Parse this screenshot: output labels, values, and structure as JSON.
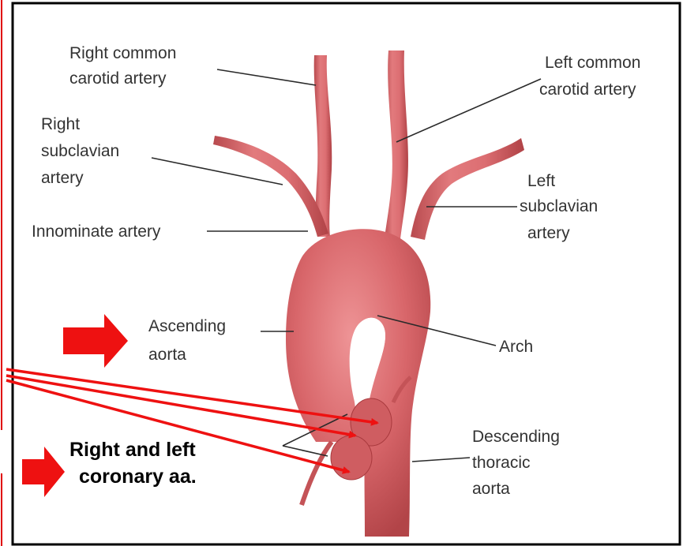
{
  "labels": {
    "right_common_carotid": [
      "Right common",
      "carotid artery"
    ],
    "left_common_carotid": [
      "Left common",
      "carotid artery"
    ],
    "right_subclavian": [
      "Right",
      "subclavian",
      "artery"
    ],
    "left_subclavian": [
      "Left",
      "subclavian",
      "artery"
    ],
    "innominate": "Innominate artery",
    "ascending_aorta": [
      "Ascending",
      "aorta"
    ],
    "arch": "Arch",
    "descending_thoracic_aorta": [
      "Descending",
      "thoracic",
      "aorta"
    ],
    "coronary": [
      "Right and left",
      "coronary aa."
    ]
  },
  "colors": {
    "frame": "#000000",
    "side_line": "#e00000",
    "annotation_arrow": "#ee1111",
    "artery_fill": "#d9686c",
    "artery_dark": "#b44448",
    "artery_light": "#ee9a9c",
    "label_text": "#333333"
  },
  "icons": {
    "pointer": "right-block-arrow-icon"
  }
}
